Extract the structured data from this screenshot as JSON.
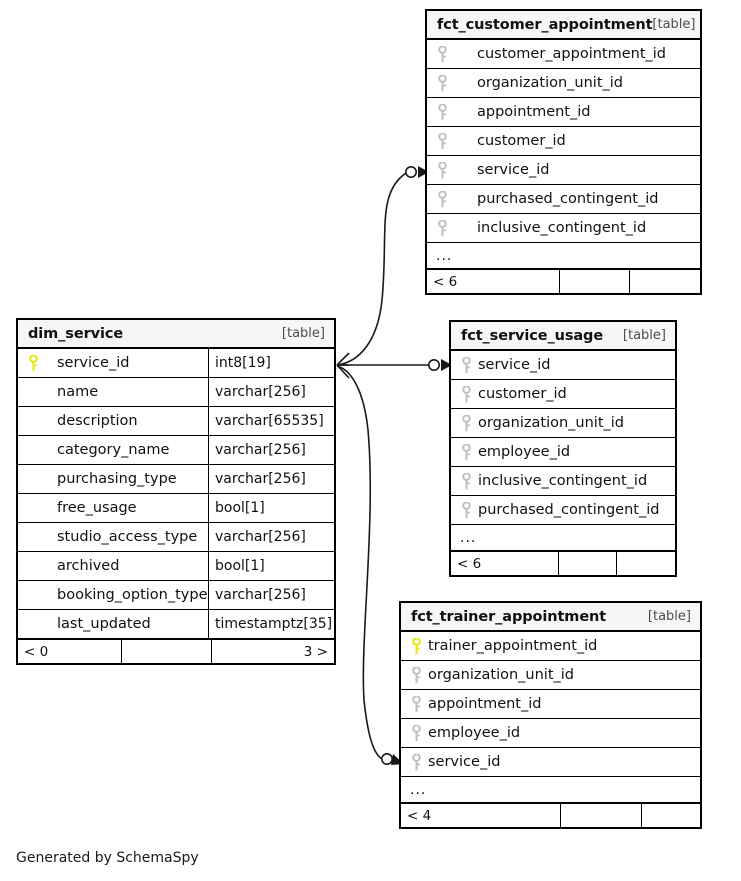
{
  "diagram": {
    "caption": "Generated by SchemaSpy",
    "table_tag": "[table]",
    "ellipsis": "...",
    "pk_color": "#e8e80c",
    "fk_color": "#bfbfbf",
    "header_bg": "#f6f6f6",
    "border_color": "#000000"
  },
  "tables": {
    "fct_customer_appointment": {
      "name": "fct_customer_appointment",
      "tag": "[table]",
      "columns": [
        {
          "name": "customer_appointment_id",
          "key": "fk"
        },
        {
          "name": "organization_unit_id",
          "key": "fk"
        },
        {
          "name": "appointment_id",
          "key": "fk"
        },
        {
          "name": "customer_id",
          "key": "fk"
        },
        {
          "name": "service_id",
          "key": "fk"
        },
        {
          "name": "purchased_contingent_id",
          "key": "fk"
        },
        {
          "name": "inclusive_contingent_id",
          "key": "fk"
        }
      ],
      "more": "...",
      "footer": [
        "< 6",
        "",
        ""
      ]
    },
    "dim_service": {
      "name": "dim_service",
      "tag": "[table]",
      "columns": [
        {
          "name": "service_id",
          "key": "pk",
          "type": "int8[19]"
        },
        {
          "name": "name",
          "key": "",
          "type": "varchar[256]"
        },
        {
          "name": "description",
          "key": "",
          "type": "varchar[65535]"
        },
        {
          "name": "category_name",
          "key": "",
          "type": "varchar[256]"
        },
        {
          "name": "purchasing_type",
          "key": "",
          "type": "varchar[256]"
        },
        {
          "name": "free_usage",
          "key": "",
          "type": "bool[1]"
        },
        {
          "name": "studio_access_type",
          "key": "",
          "type": "varchar[256]"
        },
        {
          "name": "archived",
          "key": "",
          "type": "bool[1]"
        },
        {
          "name": "booking_option_type",
          "key": "",
          "type": "varchar[256]"
        },
        {
          "name": "last_updated",
          "key": "",
          "type": "timestamptz[35]"
        }
      ],
      "footer": [
        "< 0",
        "",
        "3 >"
      ]
    },
    "fct_service_usage": {
      "name": "fct_service_usage",
      "tag": "[table]",
      "columns": [
        {
          "name": "service_id",
          "key": "fk"
        },
        {
          "name": "customer_id",
          "key": "fk"
        },
        {
          "name": "organization_unit_id",
          "key": "fk"
        },
        {
          "name": "employee_id",
          "key": "fk"
        },
        {
          "name": "inclusive_contingent_id",
          "key": "fk"
        },
        {
          "name": "purchased_contingent_id",
          "key": "fk"
        }
      ],
      "more": "...",
      "footer": [
        "< 6",
        "",
        ""
      ]
    },
    "fct_trainer_appointment": {
      "name": "fct_trainer_appointment",
      "tag": "[table]",
      "columns": [
        {
          "name": "trainer_appointment_id",
          "key": "pk"
        },
        {
          "name": "organization_unit_id",
          "key": "fk"
        },
        {
          "name": "appointment_id",
          "key": "fk"
        },
        {
          "name": "employee_id",
          "key": "fk"
        },
        {
          "name": "service_id",
          "key": "fk"
        }
      ],
      "more": "...",
      "footer": [
        "< 4",
        "",
        ""
      ]
    }
  },
  "relationships": [
    {
      "from": "dim_service.service_id",
      "to": "fct_customer_appointment.service_id",
      "cardinality": "one-to-many"
    },
    {
      "from": "dim_service.service_id",
      "to": "fct_service_usage.service_id",
      "cardinality": "one-to-many"
    },
    {
      "from": "dim_service.service_id",
      "to": "fct_trainer_appointment.service_id",
      "cardinality": "one-to-many"
    }
  ]
}
